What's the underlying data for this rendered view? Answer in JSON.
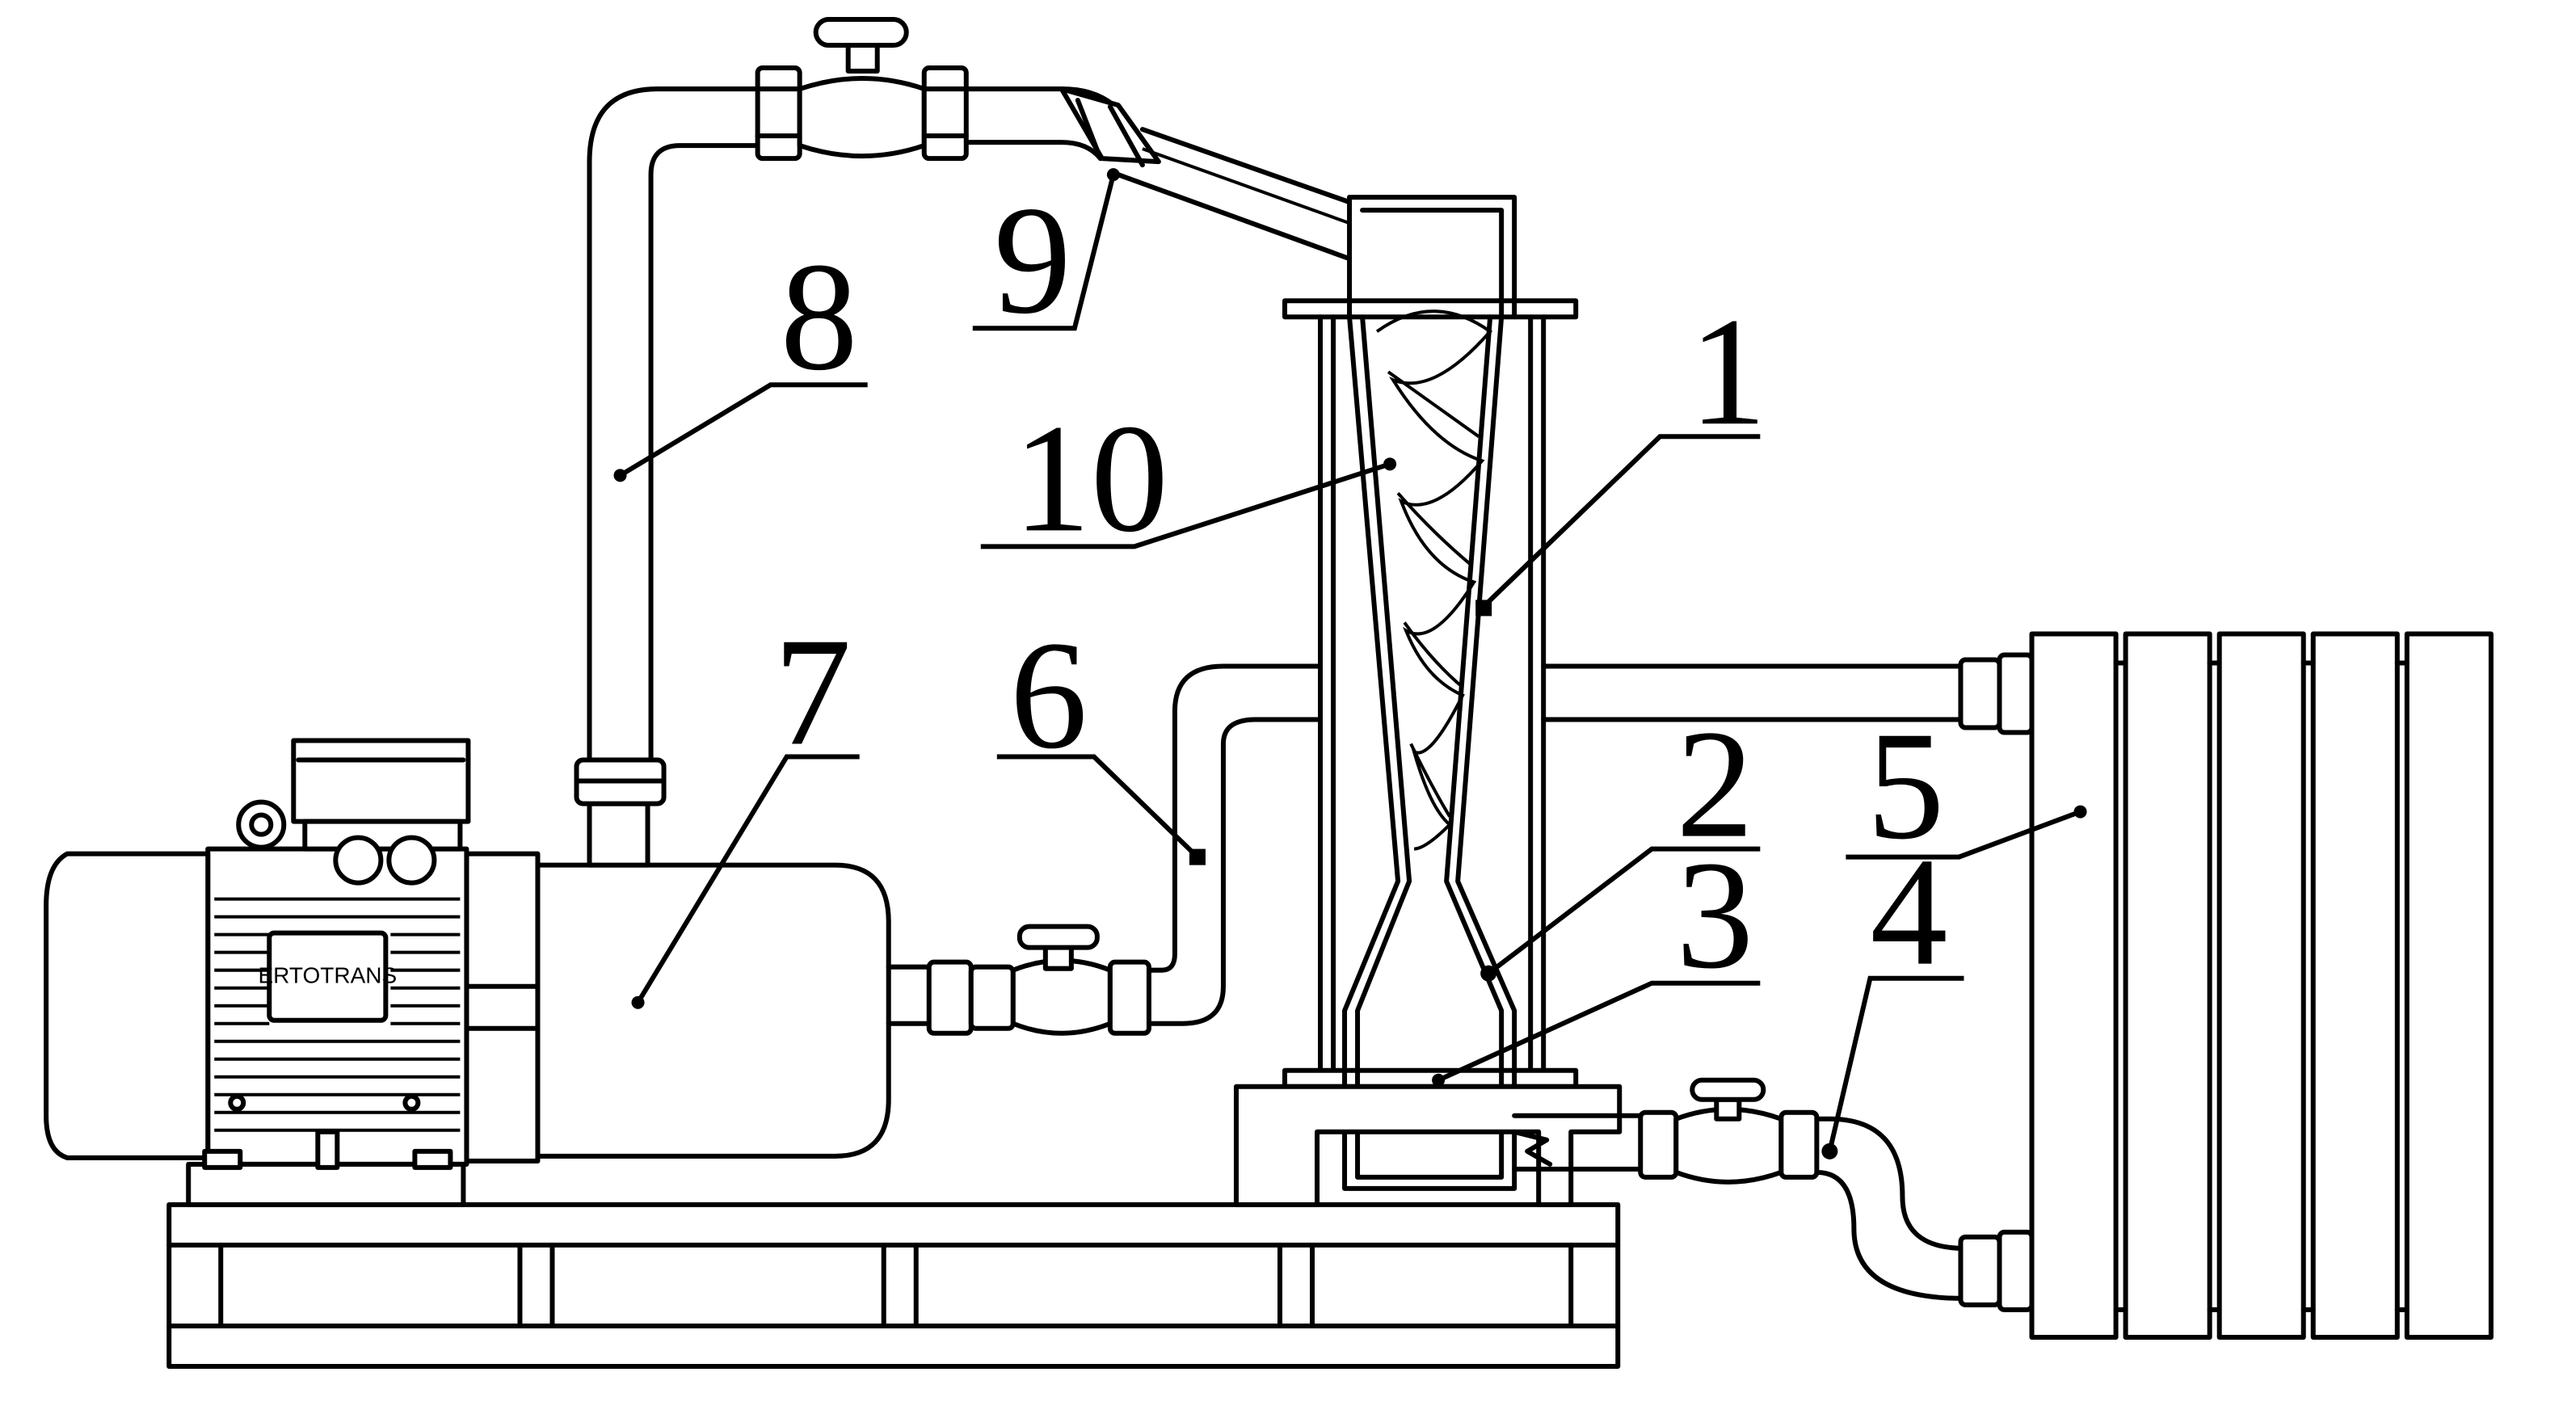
{
  "labels": {
    "l1": "1",
    "l2": "2",
    "l3": "3",
    "l4": "4",
    "l5": "5",
    "l6": "6",
    "l7": "7",
    "l8": "8",
    "l9": "9",
    "l10": "10"
  },
  "motor_plate": "ERTOTRANS"
}
